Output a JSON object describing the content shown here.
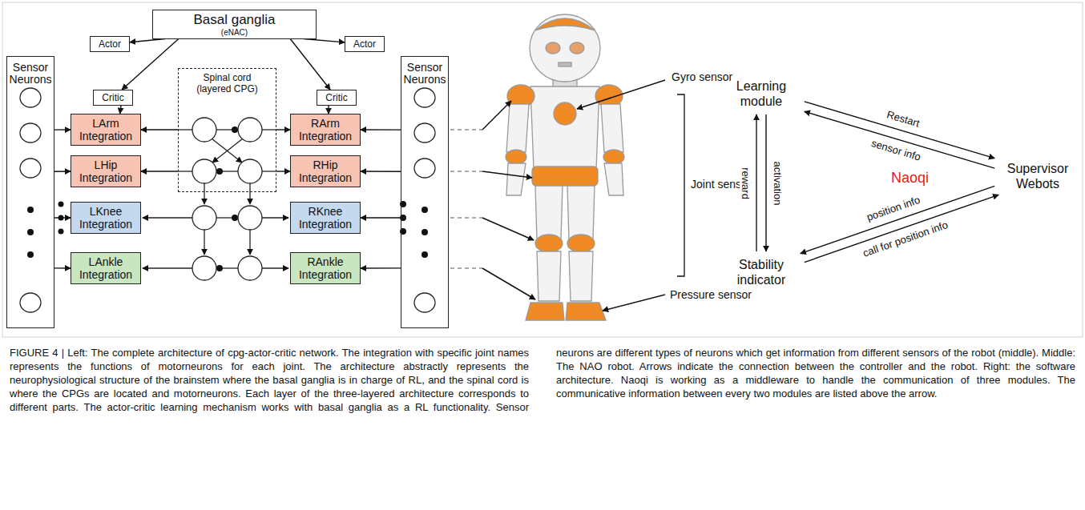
{
  "diagram": {
    "caption": "FIGURE 4 | Left: The complete architecture of cpg-actor-critic network. The integration with specific joint names represents the functions of motorneurons for each joint. The architecture abstractly represents the neurophysiological structure of the brainstem where the basal ganglia is in charge of RL, and the spinal cord is where the CPGs are located and motorneurons. Each layer of the three-layered architecture corresponds to different parts. The actor-critic learning mechanism works with basal ganglia as a RL functionality. Sensor neurons are different types of neurons which get information from different sensors of the robot (middle). Middle: The NAO robot. Arrows indicate the connection between the controller and the robot. Right: the software architecture. Naoqi is working as a middleware to handle the communication of three modules. The communicative information between every two modules are listed above the arrow.",
    "nodes": [
      {
        "text": [
          "Basal ganglia",
          "(eNAC)"
        ]
      },
      {
        "text": [
          "Actor"
        ]
      },
      {
        "text": [
          "Critic"
        ]
      },
      {
        "text": [
          "Actor"
        ]
      },
      {
        "text": [
          "Critic"
        ]
      },
      {
        "text": [
          "Sensor Neurons"
        ]
      },
      {
        "text": [
          "Spinal cord",
          "(layered CPG)"
        ]
      },
      {
        "text": [
          "LArm Integration"
        ]
      },
      {
        "text": [
          "LHip Integration"
        ]
      },
      {
        "text": [
          "LKnee Integration"
        ]
      },
      {
        "text": [
          "LAnkle Integration"
        ]
      },
      {
        "text": [
          "RArm Integration"
        ]
      },
      {
        "text": [
          "RHip Integration"
        ]
      },
      {
        "text": [
          "RKnee Integration"
        ]
      },
      {
        "text": [
          "RAnkle Integration"
        ]
      },
      {
        "text": [
          "Sensor Neurons"
        ]
      },
      {
        "text": [
          "Learning module"
        ]
      },
      {
        "text": [
          "Supervisor Webots"
        ]
      },
      {
        "text": [
          "Stability indicator"
        ]
      }
    ],
    "edges": [
      {
        "from": 0,
        "to": 1,
        "arrow": "to"
      },
      {
        "from": 0,
        "to": 2,
        "arrow": "to"
      },
      {
        "from": 2,
        "to": 7,
        "arrow": "to"
      },
      {
        "from": 0,
        "to": 3,
        "arrow": "to"
      },
      {
        "from": 0,
        "to": 4,
        "arrow": "to"
      },
      {
        "from": 4,
        "to": 11,
        "arrow": "to"
      },
      {
        "from": 6,
        "to": 7,
        "arrow": "to"
      },
      {
        "from": 6,
        "to": 8,
        "arrow": "to"
      },
      {
        "from": 6,
        "to": 11,
        "arrow": "to"
      },
      {
        "from": 6,
        "to": 12,
        "arrow": "to"
      },
      {
        "from": 5,
        "to": 7,
        "arrow": "to"
      },
      {
        "from": 5,
        "to": 8,
        "arrow": "to"
      },
      {
        "from": 5,
        "to": 9,
        "arrow": "to"
      },
      {
        "from": 5,
        "to": 10,
        "arrow": "to"
      },
      {
        "from": 15,
        "to": 11,
        "arrow": "to"
      },
      {
        "from": 15,
        "to": 12,
        "arrow": "to"
      },
      {
        "from": 15,
        "to": 13,
        "arrow": "to"
      },
      {
        "from": 15,
        "to": 14,
        "arrow": "to"
      },
      {
        "from": 16,
        "to": 17,
        "label": "Restart",
        "arrow": "to"
      },
      {
        "from": 17,
        "to": 16,
        "label": "sensor info",
        "arrow": "to"
      },
      {
        "from": 18,
        "to": 16,
        "label": "reward",
        "arrow": "to"
      },
      {
        "from": 16,
        "to": 18,
        "label": "activation",
        "arrow": "to"
      },
      {
        "from": 17,
        "to": 18,
        "label": "position info",
        "arrow": "to"
      },
      {
        "from": 18,
        "to": 17,
        "label": "call for position info",
        "arrow": "to"
      }
    ],
    "labels": [
      "Gyro sensor",
      "Joint sensor",
      "Pressure sensor",
      "Naoqi"
    ]
  }
}
